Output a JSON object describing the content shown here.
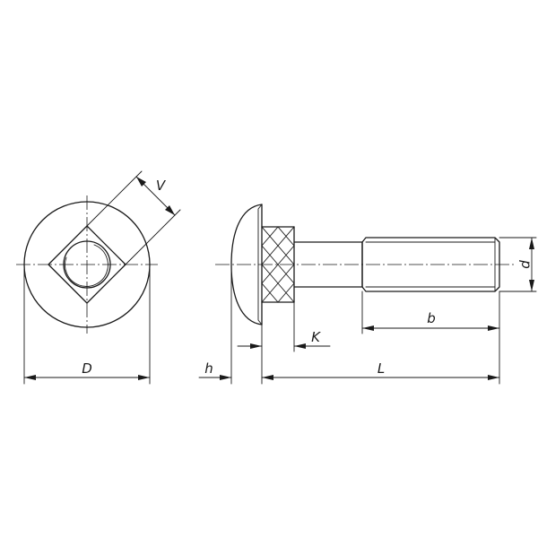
{
  "labels": {
    "head_diameter": "D",
    "square_width": "V",
    "head_height": "h",
    "square_depth": "K",
    "length": "L",
    "thread_length": "b",
    "thread_diameter": "d"
  }
}
